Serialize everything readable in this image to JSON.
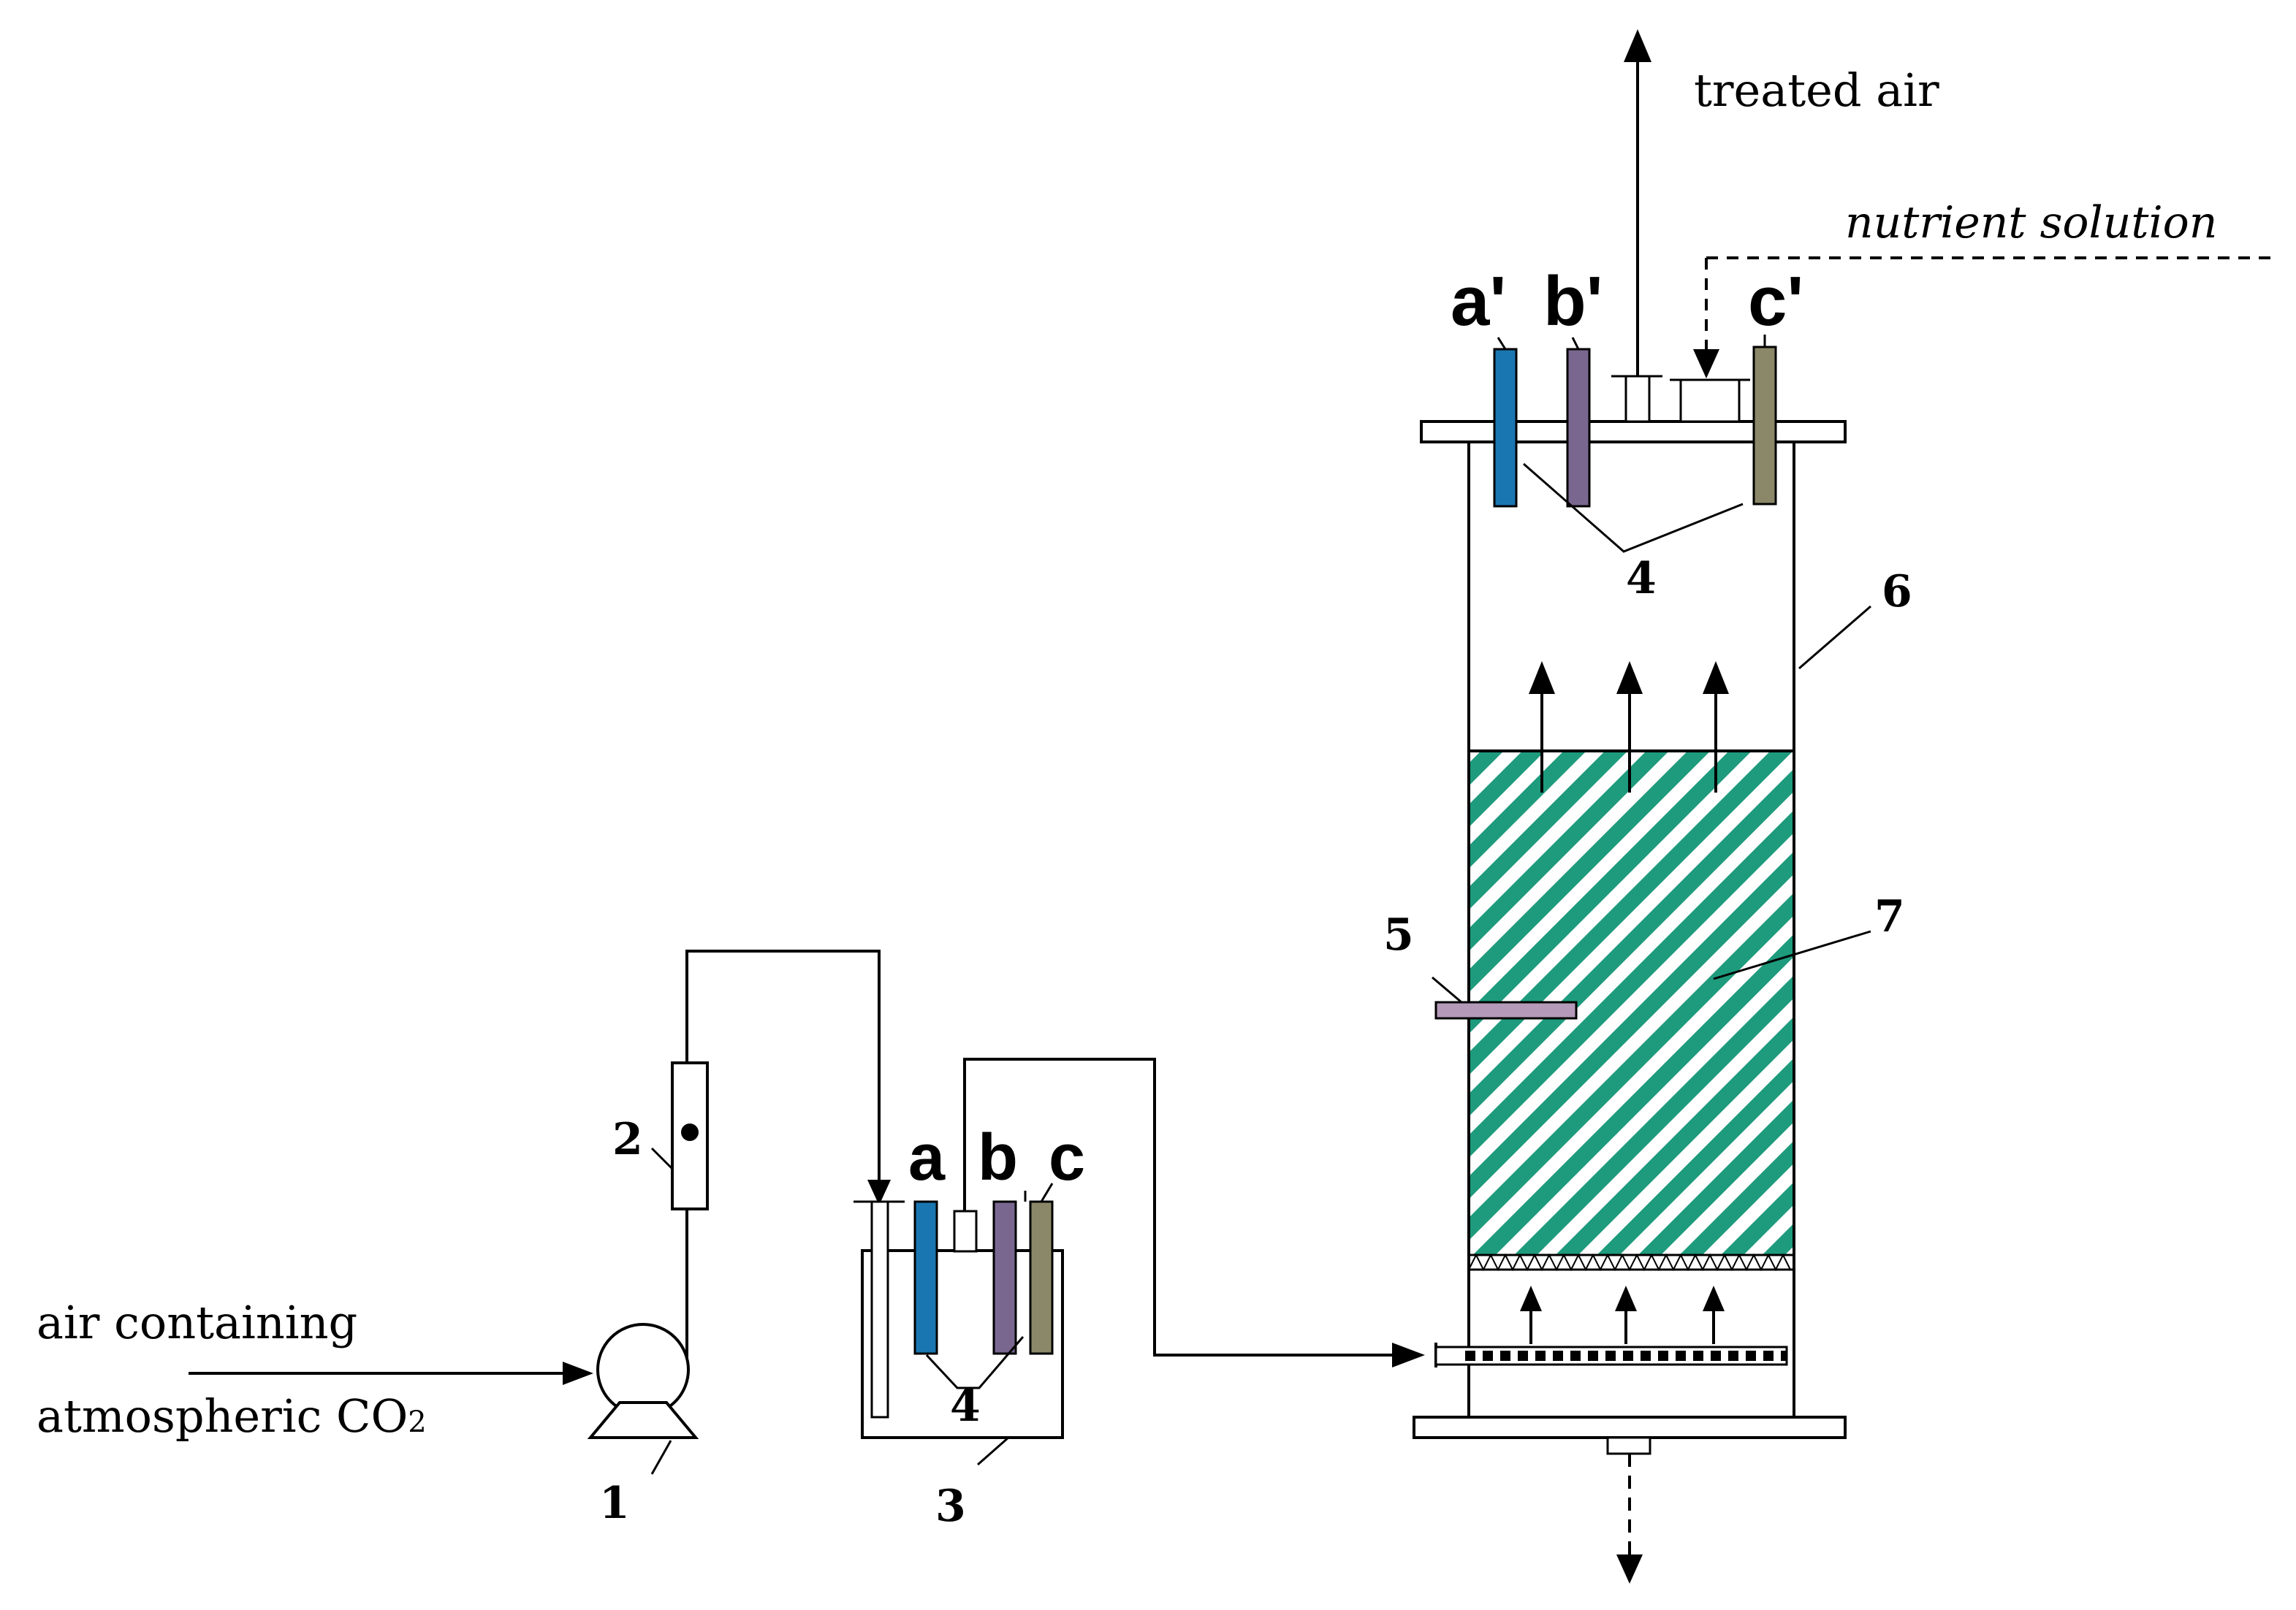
{
  "labels": {
    "treated_air": "treated air",
    "nutrient_solution": "nutrient solution",
    "air_line1": "air containing",
    "air_line2_main": "atmospheric CO",
    "air_line2_sub": "2",
    "electrode_a_prime": "a'",
    "electrode_b_prime": "b'",
    "electrode_c_prime": "c'",
    "electrode_a": "a",
    "electrode_b": "b",
    "electrode_c": "c",
    "num_1": "1",
    "num_2": "2",
    "num_3": "3",
    "num_4_top": "4",
    "num_4_bottom": "4",
    "num_5": "5",
    "num_6": "6",
    "num_7": "7"
  },
  "colors": {
    "electrode_a": "#1a76b0",
    "electrode_b": "#7a6790",
    "electrode_c": "#8b8869",
    "probe_5": "#b49ab8",
    "packing_hatch": "#1e9b7d",
    "line": "#000000"
  }
}
